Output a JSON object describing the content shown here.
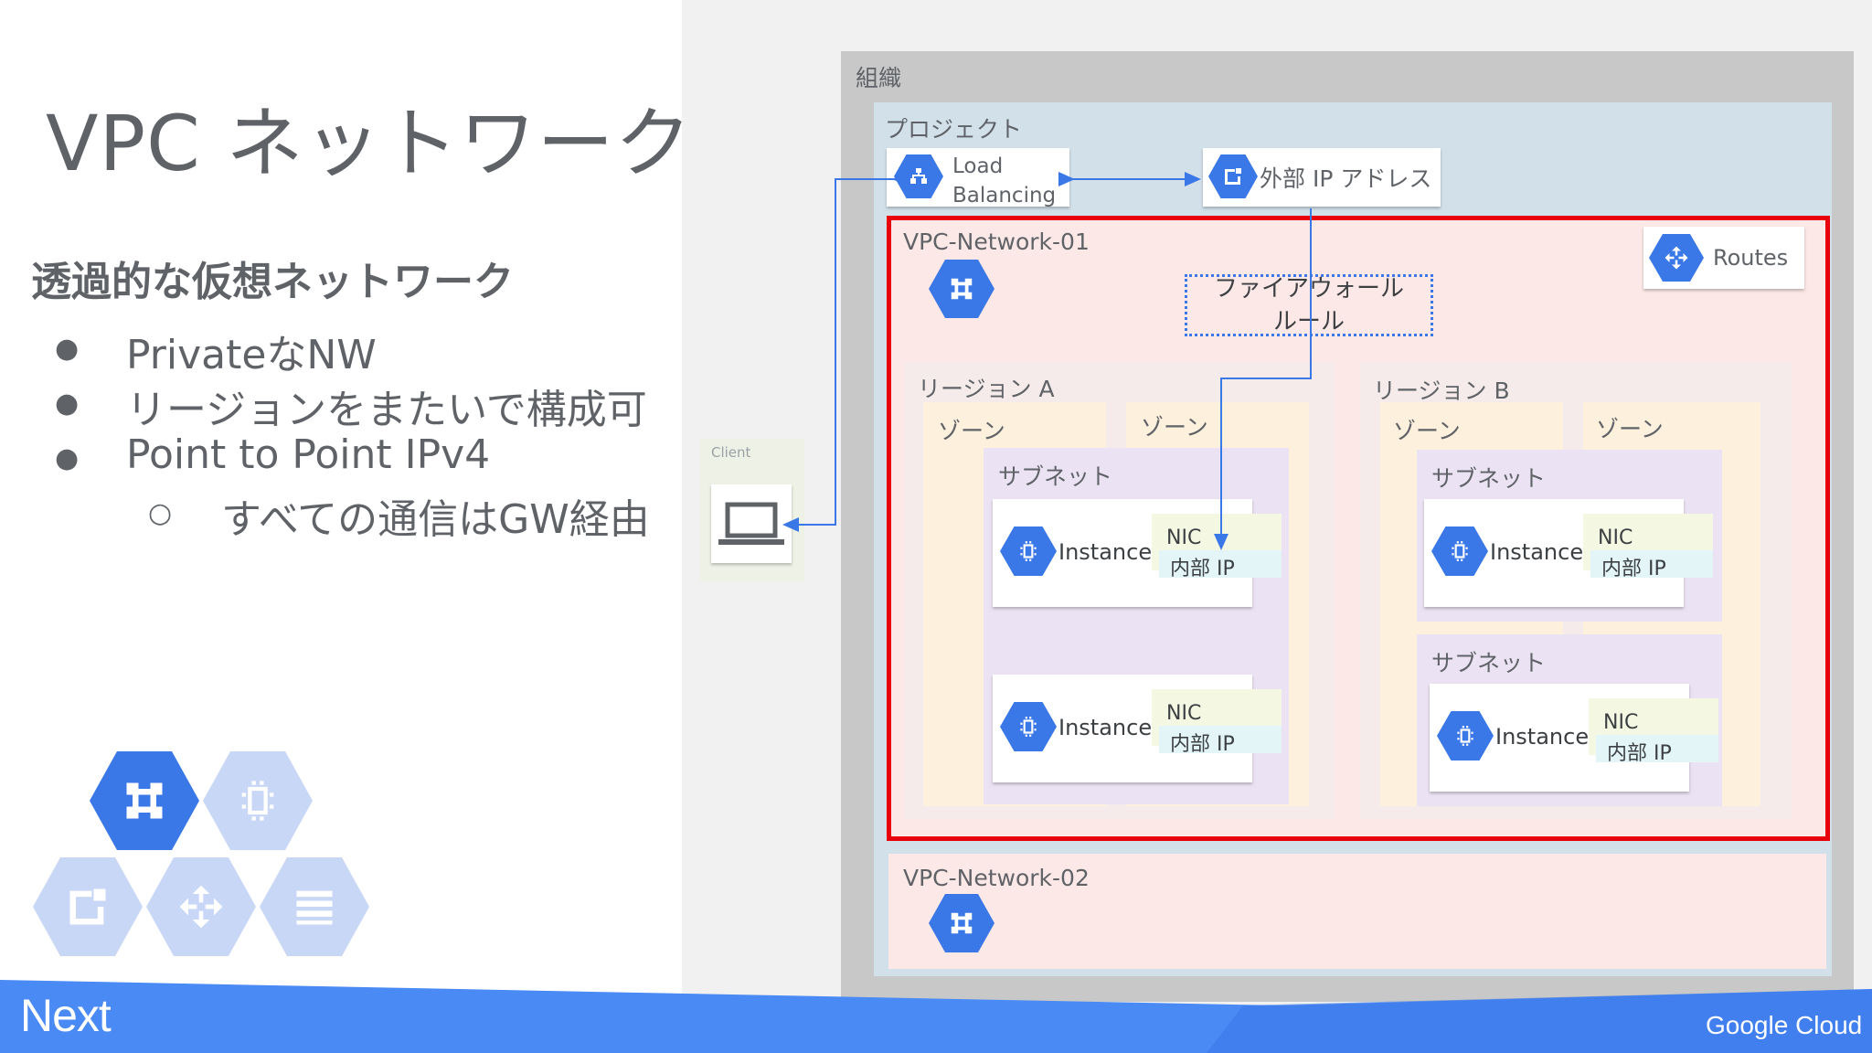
{
  "slide": {
    "title": "VPC ネットワーク",
    "subheading": "透過的な仮想ネットワーク",
    "bullets": [
      {
        "marker": "●",
        "text": "PrivateなNW"
      },
      {
        "marker": "●",
        "text": "リージョンをまたいで構成可"
      },
      {
        "marker": "●",
        "text": "Point to Point IPv4"
      },
      {
        "marker": "○",
        "text": "すべての通信はGW経由"
      }
    ]
  },
  "diagram": {
    "organization": "組織",
    "project": "プロジェクト",
    "load_balancing": [
      "Load",
      "Balancing"
    ],
    "external_ip": "外部 IP アドレス",
    "client": "Client",
    "network1": "VPC-Network-01",
    "network2": "VPC-Network-02",
    "routes": "Routes",
    "firewall": [
      "ファイアウォール",
      "ルール"
    ],
    "region_a": "リージョン A",
    "region_b": "リージョン B",
    "zone": "ゾーン",
    "subnet": "サブネット",
    "instance": "Instance",
    "nic": "NIC",
    "internal_ip": "内部 IP"
  },
  "footer": {
    "event": "Next",
    "brand": "Google Cloud"
  },
  "colors": {
    "accent_blue": "#3b78e7",
    "highlight_red": "#e8000b",
    "network_fill": "#fce8e6",
    "project_fill": "#d2e0ea"
  }
}
